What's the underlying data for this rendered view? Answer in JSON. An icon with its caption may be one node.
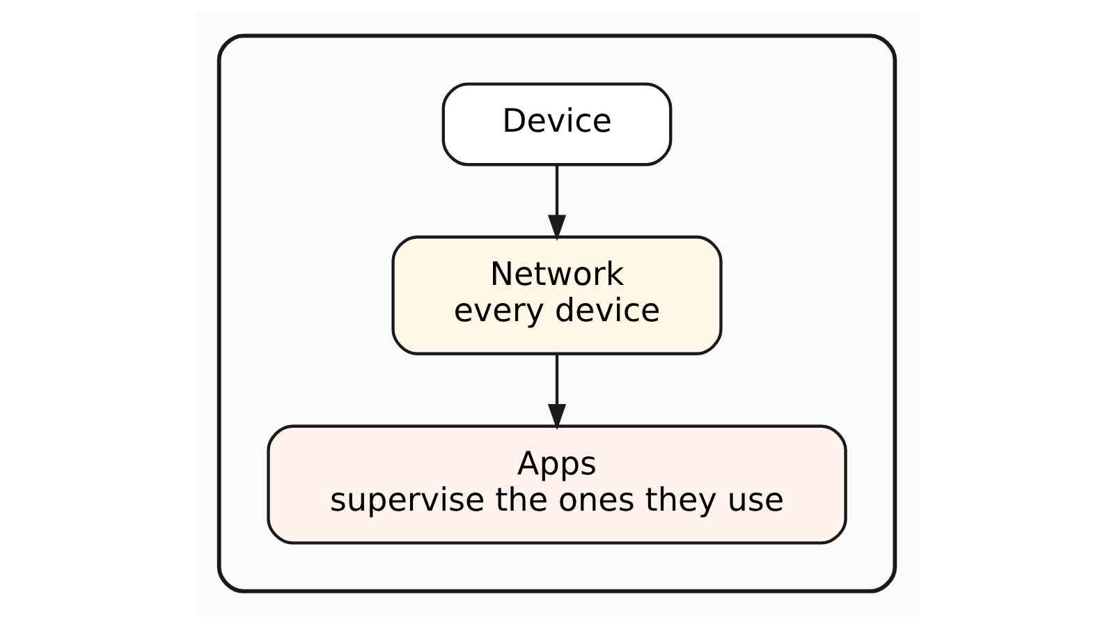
{
  "diagram": {
    "nodes": [
      {
        "text": [],
        "shape": "shield"
      },
      {
        "text": [
          "Device"
        ],
        "in": 0
      },
      {
        "text": [
          "Network",
          "every device"
        ],
        "in": 0
      },
      {
        "text": [
          "Apps",
          "supervise the ones they use"
        ],
        "in": 0
      }
    ],
    "edges": [
      {
        "from": 1,
        "to": 2,
        "arrow": "to"
      },
      {
        "from": 2,
        "to": 3,
        "arrow": "to"
      }
    ]
  }
}
